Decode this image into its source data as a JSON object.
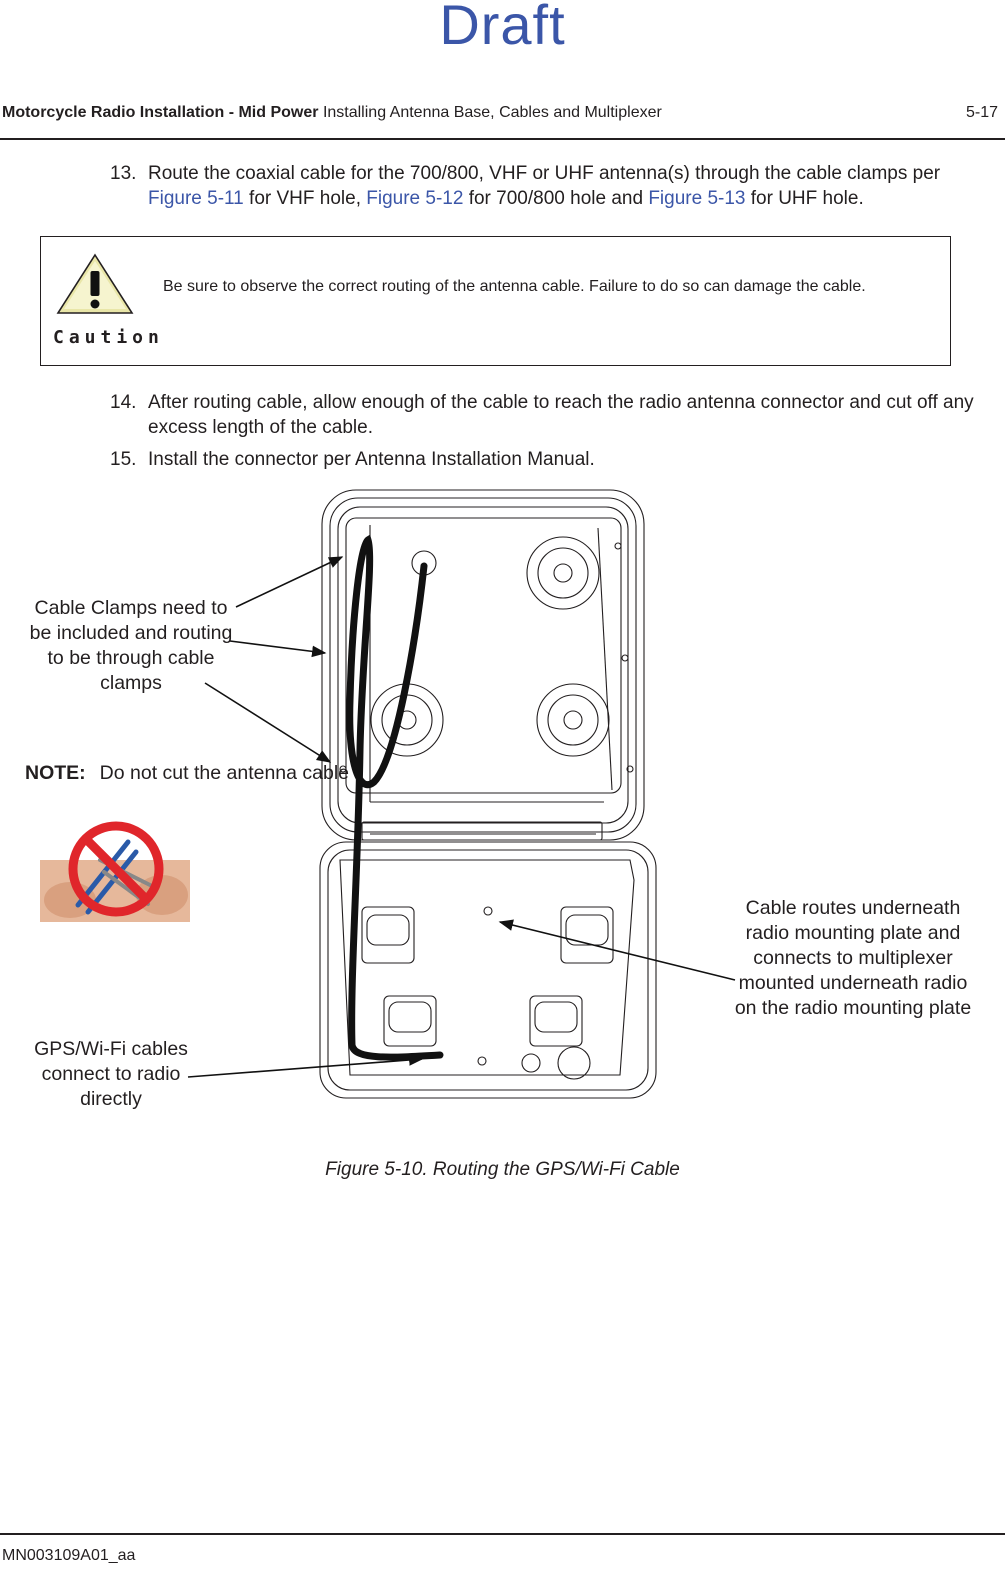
{
  "watermark": "Draft",
  "header": {
    "chapter": "Motorcycle Radio Installation - Mid Power",
    "section": "Installing Antenna Base, Cables and Multiplexer",
    "page": "5-17"
  },
  "steps": [
    {
      "num": "13.",
      "parts": [
        "Route the coaxial cable for the 700/800, VHF or UHF antenna(s) through the cable clamps per ",
        "Figure 5-11",
        " for VHF hole, ",
        "Figure 5-12",
        " for 700/800 hole and ",
        "Figure 5-13",
        " for UHF hole."
      ]
    },
    {
      "num": "14.",
      "text": "After routing cable, allow enough of the cable to reach the radio antenna connector and cut off any excess length of the cable."
    },
    {
      "num": "15.",
      "text": "Install the connector per Antenna Installation Manual."
    }
  ],
  "caution": {
    "label": "Caution",
    "text": "Be sure to observe the correct routing of the antenna cable. Failure to do so can damage the cable."
  },
  "figure": {
    "callouts": {
      "clamps": "Cable Clamps need to be included and routing to be through cable clamps",
      "routes": "Cable routes underneath radio mounting plate and connects to multiplexer mounted underneath radio on the radio mounting plate",
      "gps": "GPS/Wi-Fi cables connect to radio directly"
    },
    "note_label": "NOTE:",
    "note_text": "Do not cut the antenna cable",
    "caption": "Figure 5-10.  Routing the GPS/Wi-Fi Cable"
  },
  "footer": "MN003109A01_aa",
  "colors": {
    "link": "#3b56a8",
    "watermark": "#3b56a8",
    "prohibit": "#e0262b",
    "text": "#231f20"
  }
}
